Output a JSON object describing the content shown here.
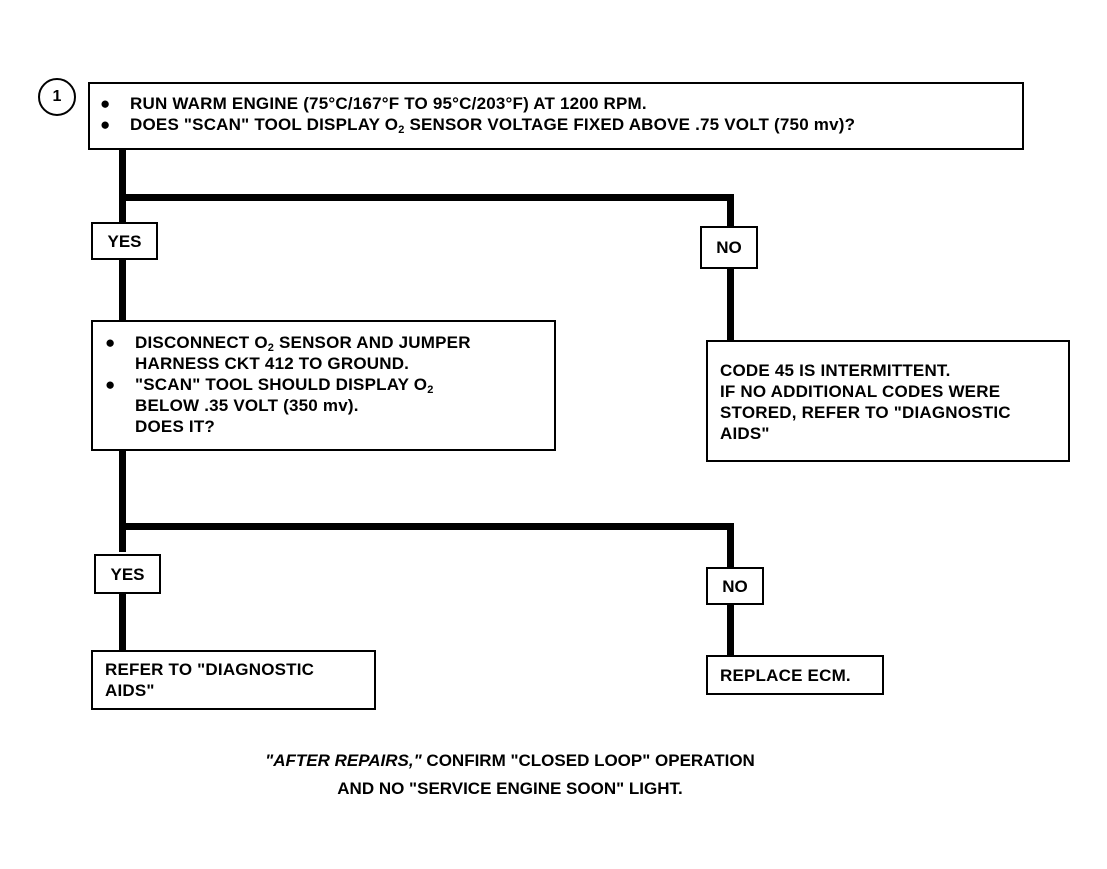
{
  "step_number": "1",
  "step1": {
    "bullets": [
      [
        "RUN WARM ENGINE  (75°C/167°F TO 95°C/203°F) AT 1200 RPM."
      ],
      [
        "DOES \"SCAN\" TOOL DISPLAY O",
        "2",
        " SENSOR  VOLTAGE  FIXED ABOVE .75 VOLT  (750 mv)?"
      ]
    ]
  },
  "branch1": {
    "yes_label": "YES",
    "no_label": "NO"
  },
  "step2": {
    "bullet1": [
      "DISCONNECT O",
      "2",
      " SENSOR AND JUMPER"
    ],
    "bullet1_line2": "HARNESS CKT 412 TO GROUND.",
    "bullet2": [
      "\"SCAN\" TOOL SHOULD DISPLAY O",
      "2",
      ""
    ],
    "bullet2_line2": "BELOW .35 VOLT  (350 mv).",
    "bullet2_line3": "DOES IT?"
  },
  "intermittent_box": {
    "line1": "CODE 45 IS INTERMITTENT.",
    "line2": "IF NO ADDITIONAL CODES WERE",
    "line3": "STORED, REFER TO  \"DIAGNOSTIC",
    "line4": "AIDS\""
  },
  "branch2": {
    "yes_label": "YES",
    "no_label": "NO"
  },
  "result_yes": {
    "line1": "REFER TO  \"DIAGNOSTIC",
    "line2": "AIDS\""
  },
  "result_no": {
    "text": "REPLACE ECM."
  },
  "footer": {
    "italic_part": "\"AFTER REPAIRS,\"",
    "rest_line1": " CONFIRM \"CLOSED LOOP\" OPERATION",
    "line2": "AND NO \"SERVICE ENGINE SOON\" LIGHT."
  }
}
